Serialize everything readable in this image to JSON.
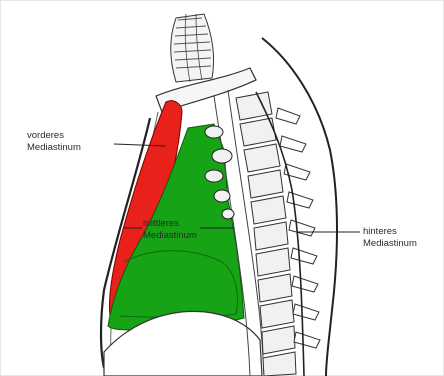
{
  "labels": {
    "front": {
      "line1": "vorderes",
      "line2": "Mediastinum"
    },
    "middle": {
      "line1": "mittleres",
      "line2": "Mediastinum"
    },
    "back": {
      "line1": "hinteres",
      "line2": "Mediastinum"
    }
  },
  "colors": {
    "anterior": "#e8211b",
    "middle": "#16a316",
    "outline": "#222222",
    "bone": "#f1f1f1"
  }
}
